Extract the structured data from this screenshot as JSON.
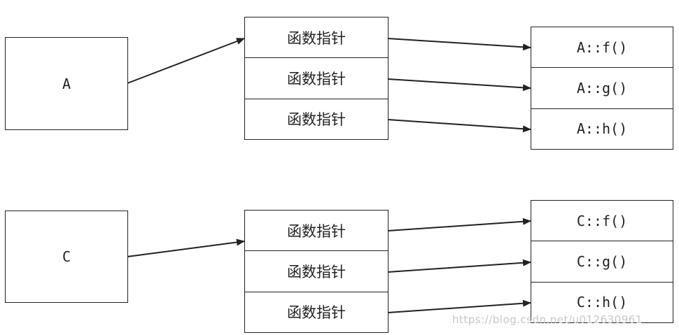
{
  "objects": [
    {
      "label": "A"
    },
    {
      "label": "C"
    }
  ],
  "vtables": [
    {
      "entries": [
        "函数指针",
        "函数指针",
        "函数指针"
      ]
    },
    {
      "entries": [
        "函数指针",
        "函数指针",
        "函数指针"
      ]
    }
  ],
  "functions": [
    {
      "entries": [
        "A::f()",
        "A::g()",
        "A::h()"
      ]
    },
    {
      "entries": [
        "C::f()",
        "C::g()",
        "C::h()"
      ]
    }
  ],
  "watermark": "https://blog.csdn.net/u012630961",
  "colors": {
    "line": "#222222",
    "watermark": "#c8c8c8"
  }
}
